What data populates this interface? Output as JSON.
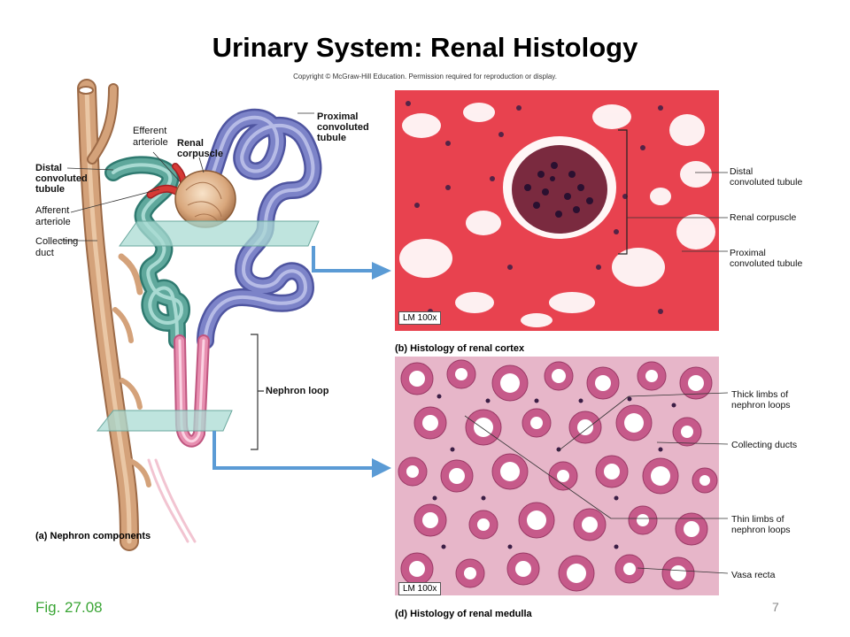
{
  "slide": {
    "title": "Urinary System: Renal Histology",
    "copyright": "Copyright © McGraw-Hill Education. Permission required for reproduction or display.",
    "fig_ref": "Fig. 27.08",
    "page_number": "7"
  },
  "nephron_diagram": {
    "caption": "(a) Nephron components",
    "labels": {
      "efferent_arteriole": "Efferent\narteriole",
      "renal_corpuscle": "Renal\ncorpuscle",
      "proximal_convoluted_tubule": "Proximal\nconvoluted\ntubule",
      "distal_convoluted_tubule": "Distal\nconvoluted\ntubule",
      "afferent_arteriole": "Afferent\narteriole",
      "collecting_duct": "Collecting\nduct",
      "nephron_loop": "Nephron loop"
    }
  },
  "cortex_micrograph": {
    "caption": "(b) Histology of renal cortex",
    "magnification": "LM 100x",
    "labels": {
      "distal": "Distal\nconvoluted tubule",
      "renal_corpuscle": "Renal corpuscle",
      "proximal": "Proximal\nconvoluted tubule"
    }
  },
  "medulla_micrograph": {
    "caption": "(d) Histology of renal medulla",
    "magnification": "LM 100x",
    "labels": {
      "thick_limbs": "Thick limbs of\nnephron loops",
      "collecting_ducts": "Collecting ducts",
      "thin_limbs": "Thin limbs of\nnephron loops",
      "vasa_recta": "Vasa recta"
    }
  },
  "colors": {
    "arrow_blue": "#5b9bd5",
    "cortex_pink": "#e8424f",
    "medulla_pink": "#c65a8a",
    "proximal_tubule": "#7c83c8",
    "distal_tubule": "#5fa89c",
    "collecting_duct": "#d4a27a",
    "fig_green": "#3aa535"
  }
}
